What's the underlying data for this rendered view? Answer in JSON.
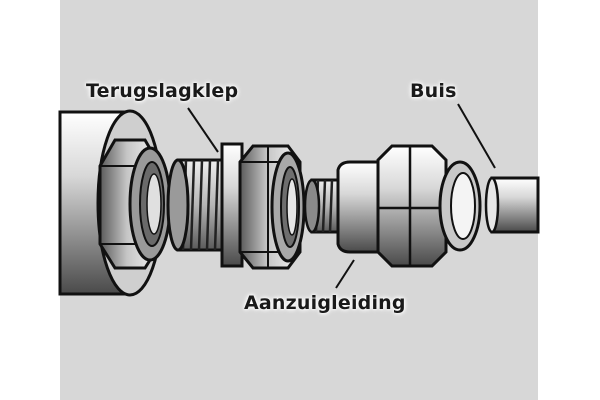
{
  "labels": {
    "check_valve": "Terugslagklep",
    "pipe": "Buis",
    "suction_line": "Aanzuigleiding"
  },
  "colors": {
    "background": "#d7d7d7",
    "outline": "#111111",
    "metal_light": "#f2f2f2",
    "metal_mid": "#b9b9b9",
    "metal_dark": "#6e6e6e"
  }
}
